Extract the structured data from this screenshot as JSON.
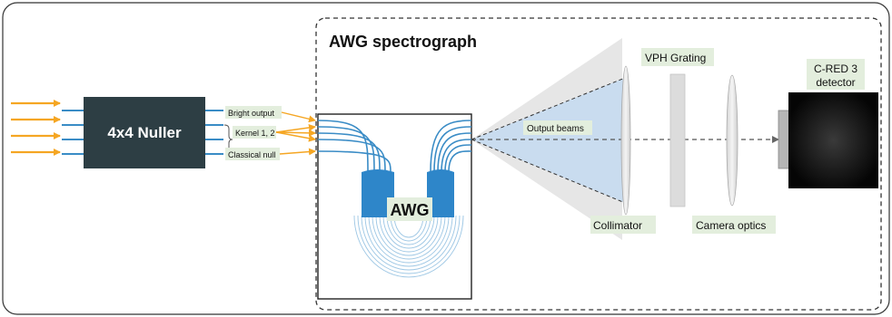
{
  "nuller": {
    "label": "4x4 Nuller"
  },
  "outputs": {
    "bright": "Bright output",
    "kernel": "Kernel 1, 2",
    "classical": "Classical null"
  },
  "spectrograph": {
    "title": "AWG spectrograph",
    "awg_label": "AWG",
    "output_beams": "Output beams",
    "vph_grating": "VPH Grating",
    "collimator": "Collimator",
    "camera_optics": "Camera optics",
    "detector_line1": "C-RED 3",
    "detector_line2": "detector"
  },
  "colors": {
    "arrow_orange": "#f5a623",
    "nuller_fill": "#2d3e44",
    "waveguide_blue": "#3a8cc6",
    "awg_block_blue": "#2e86c9",
    "label_bg": "#e3eedd",
    "beam_light_blue": "#c9dcef",
    "grey_cone": "#e6e6e6"
  }
}
